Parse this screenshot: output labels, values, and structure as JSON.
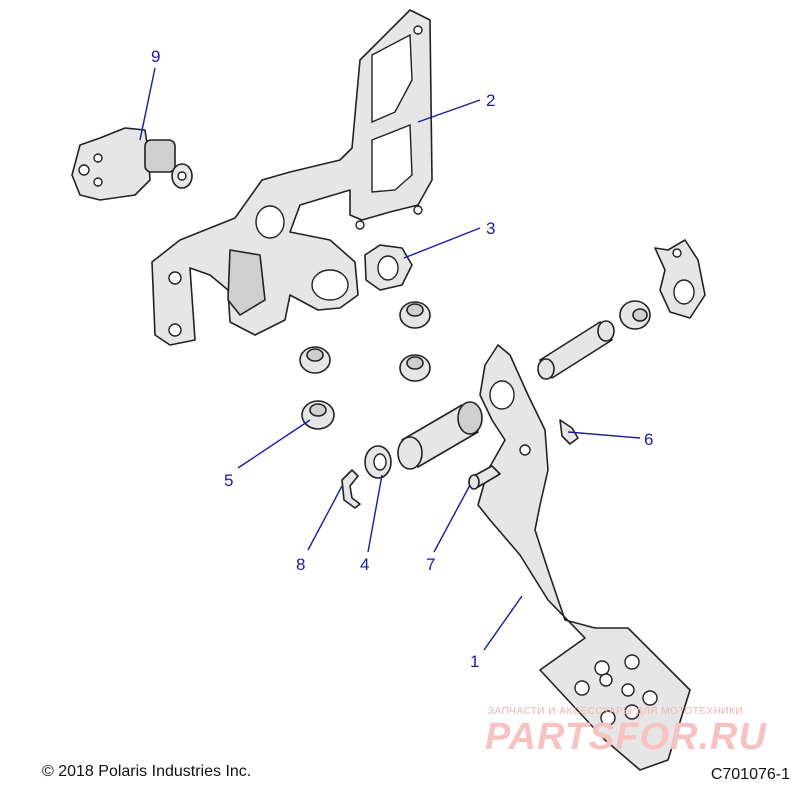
{
  "diagram": {
    "callouts": [
      "9",
      "2",
      "3",
      "6",
      "5",
      "8",
      "4",
      "7",
      "1"
    ],
    "copyright": "© 2018 Polaris Industries Inc.",
    "diagram_id": "C701076-1"
  },
  "watermark": {
    "tagline": "ЗАПЧАСТИ И АКСЕССУАРЫ ДЛЯ МОТОТЕХНИКИ",
    "logo": "PARTSFOR.RU"
  },
  "colors": {
    "callout": "#1a1aa6",
    "watermark": "#f7c2c2"
  }
}
